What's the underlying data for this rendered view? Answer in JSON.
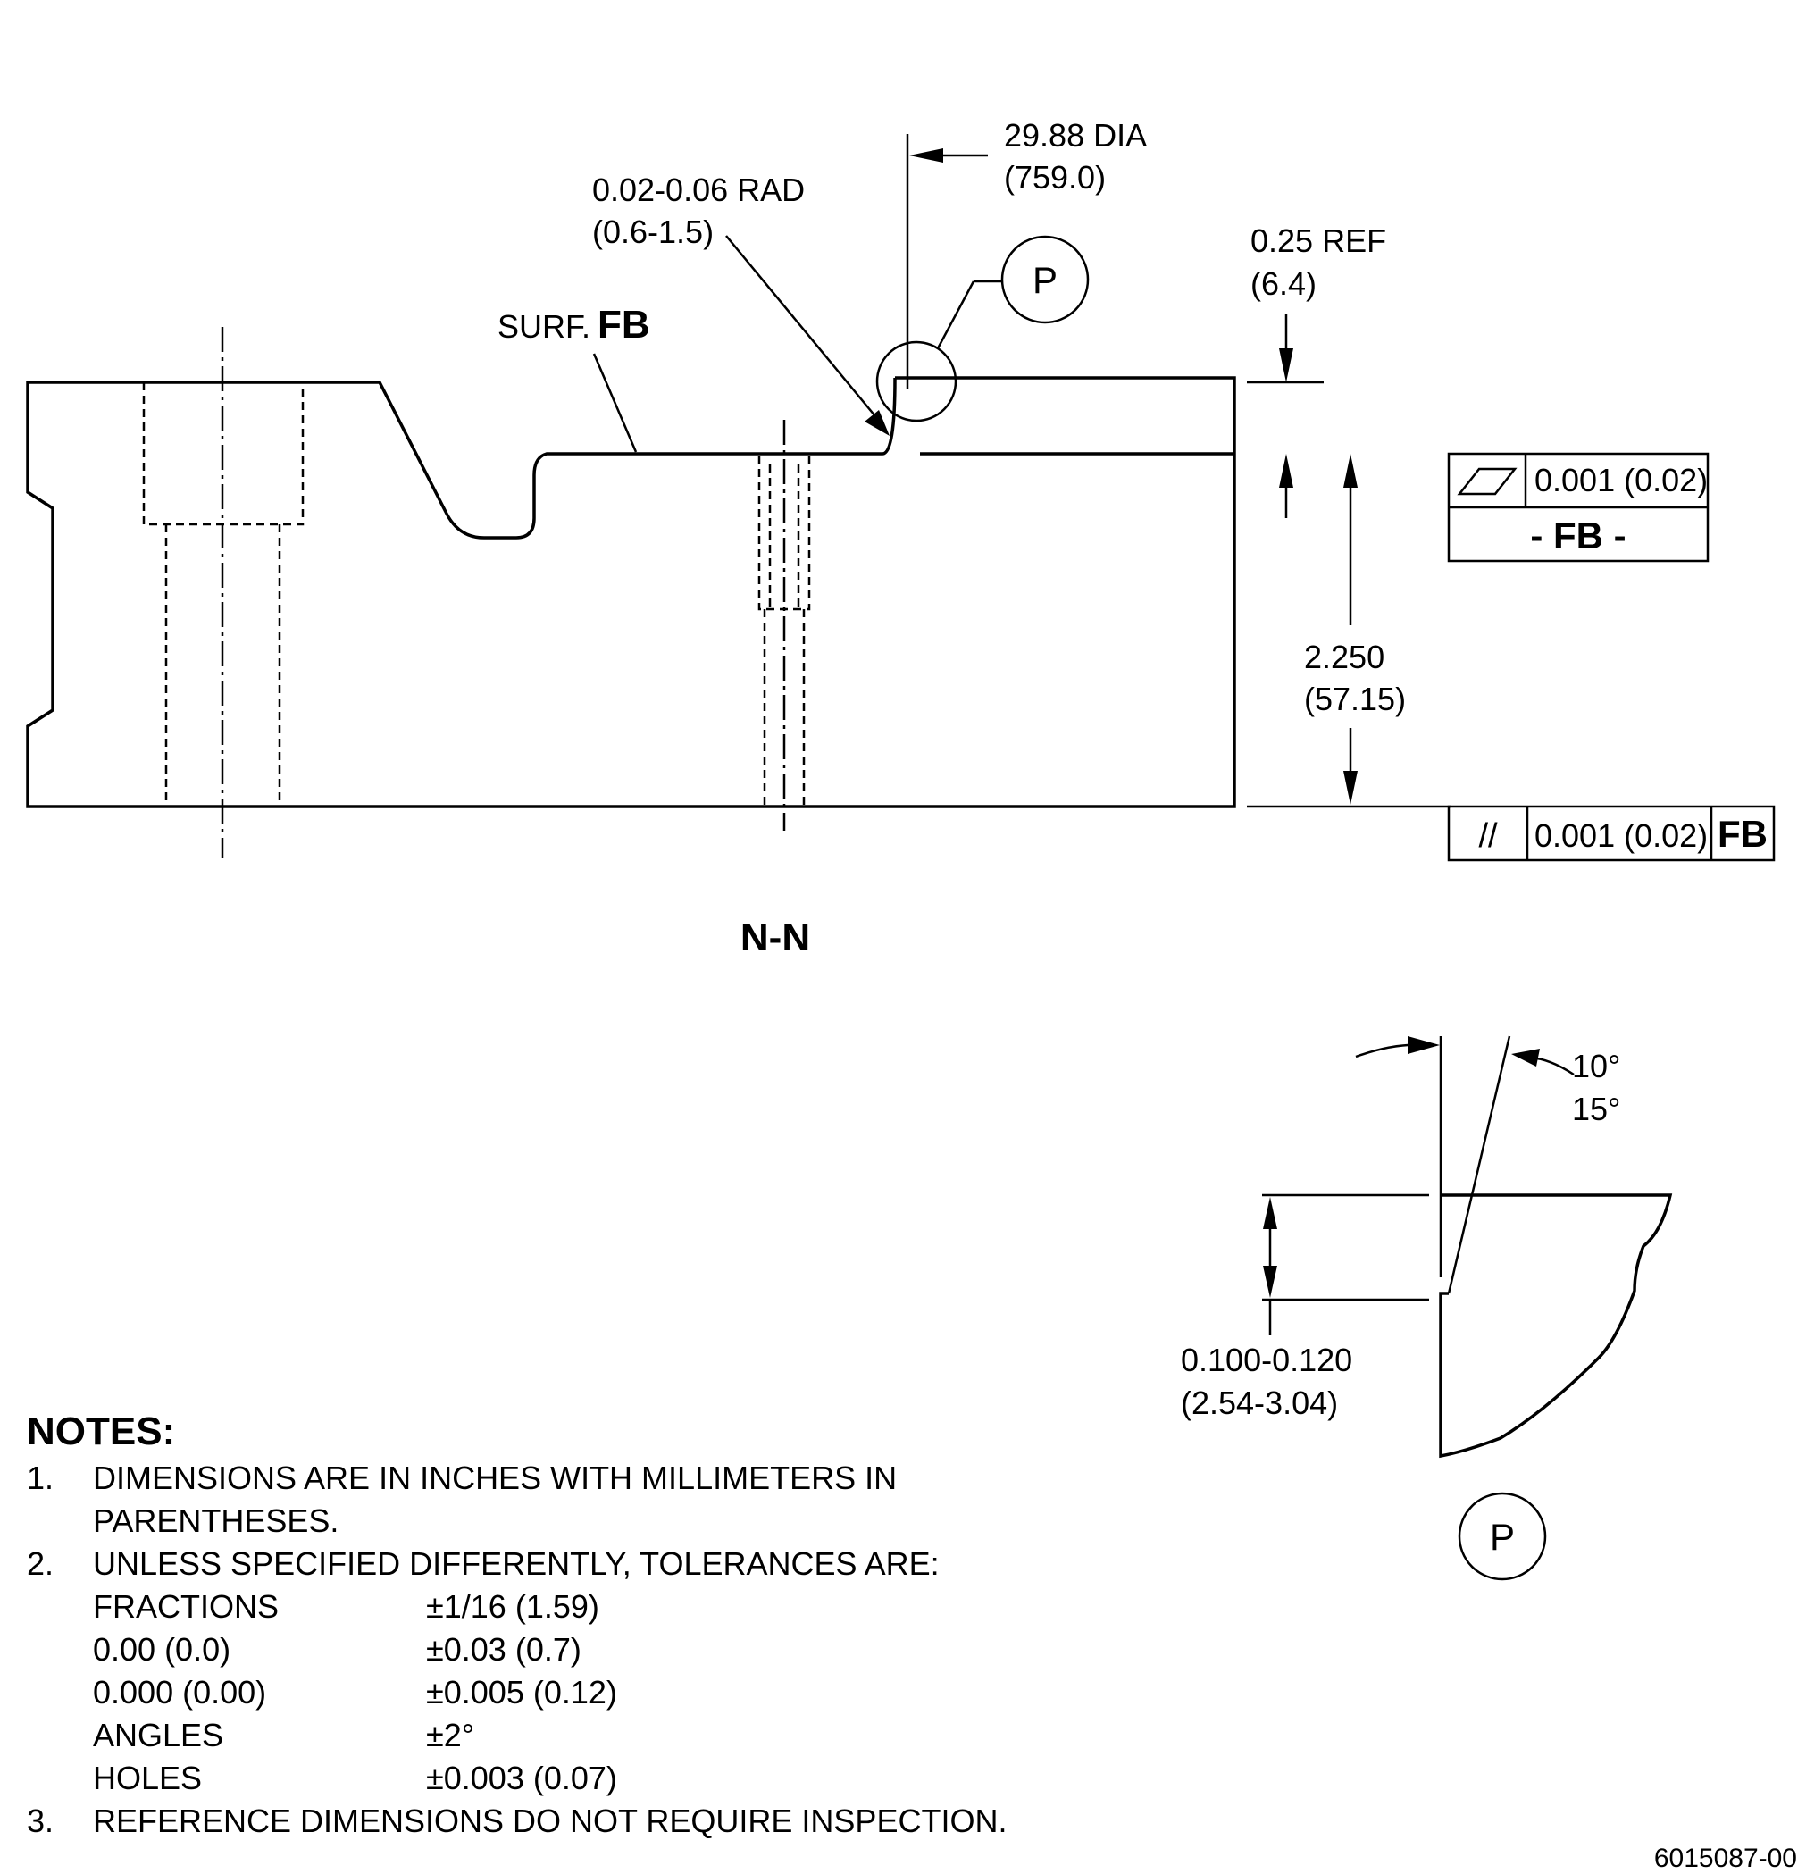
{
  "section_label": "N-N",
  "callouts": {
    "surface_label": "SURF.",
    "surface_id": "FB",
    "radius": {
      "inch": "0.02-0.06 RAD",
      "mm": "(0.6-1.5)"
    },
    "diameter": {
      "inch": "29.88 DIA",
      "mm": "(759.0)"
    },
    "ref_depth": {
      "inch": "0.25 REF",
      "mm": "(6.4)"
    },
    "height": {
      "inch": "2.250",
      "mm": "(57.15)"
    },
    "detail_id": "P"
  },
  "flatness_frame": {
    "symbol": "flatness-parallelogram",
    "tolerance": "0.001 (0.02)",
    "datum_label": "- FB -"
  },
  "parallelism_frame": {
    "symbol": "//",
    "tolerance": "0.001 (0.02)",
    "datum": "FB"
  },
  "detail_p": {
    "label": "P",
    "angle_min": "10°",
    "angle_max": "15°",
    "chamfer": {
      "inch": "0.100-0.120",
      "mm": "(2.54-3.04)"
    }
  },
  "notes": {
    "title": "NOTES:",
    "items": [
      {
        "num": "1.",
        "lines": [
          "DIMENSIONS ARE IN INCHES WITH MILLIMETERS IN",
          "PARENTHESES."
        ]
      },
      {
        "num": "2.",
        "lines": [
          "UNLESS SPECIFIED DIFFERENTLY, TOLERANCES ARE:"
        ]
      },
      {
        "num": "3.",
        "lines": [
          "REFERENCE DIMENSIONS DO NOT REQUIRE INSPECTION."
        ]
      }
    ],
    "tolerances": [
      {
        "name": "FRACTIONS",
        "value": "±1/16 (1.59)"
      },
      {
        "name": "0.00 (0.0)",
        "value": "±0.03 (0.7)"
      },
      {
        "name": "0.000 (0.00)",
        "value": "±0.005 (0.12)"
      },
      {
        "name": "ANGLES",
        "value": "±2°"
      },
      {
        "name": "HOLES",
        "value": "±0.003 (0.07)"
      }
    ]
  },
  "drawing_number": "6015087-00"
}
